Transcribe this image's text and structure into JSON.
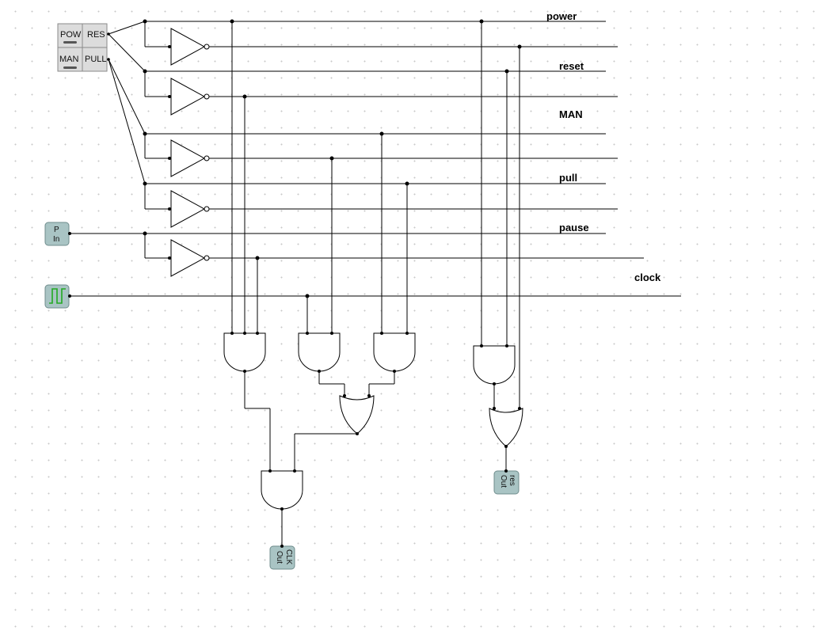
{
  "nets": {
    "power": "power",
    "reset": "reset",
    "man": "MAN",
    "pull": "pull",
    "pause": "pause",
    "clock": "clock"
  },
  "switch_block": {
    "pow": "POW",
    "res": "RES",
    "man": "MAN",
    "pull": "PULL"
  },
  "inputs": {
    "pause_in_top": "P",
    "pause_in_bottom": "In"
  },
  "outputs": {
    "clk_top": "CLK",
    "clk_bottom": "Out",
    "res_top": "res",
    "res_bottom": "Out"
  },
  "colors": {
    "wire": "#000000",
    "pin_box": "#a9c4c4",
    "switch_box": "#dcdcdc",
    "clock_wave": "#22aa22"
  }
}
